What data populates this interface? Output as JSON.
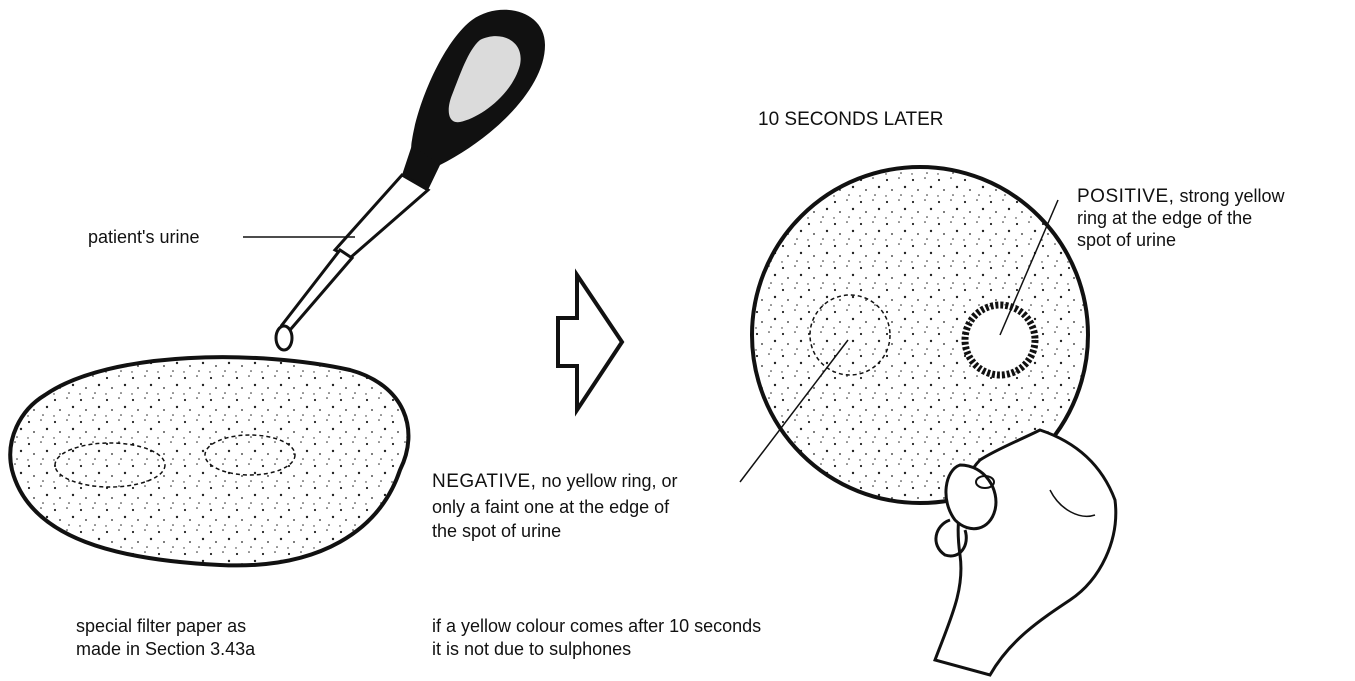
{
  "labels": {
    "urine": "patient's urine",
    "filter_line1": "special filter paper as",
    "filter_line2": "made in Section 3.43a",
    "later": "10 SECONDS LATER",
    "positive_key": "POSITIVE,",
    "positive_line1_rest": "strong yellow",
    "positive_line2": "ring at the edge of the",
    "positive_line3": "spot of urine",
    "negative_key": "NEGATIVE,",
    "negative_line1_rest": "no yellow ring, or",
    "negative_line2": "only a faint one at the edge of",
    "negative_line3": "the spot of urine",
    "note_line1": "if a yellow colour comes after 10 seconds",
    "note_line2": "it is not due to sulphones"
  },
  "colors": {
    "ink": "#111111",
    "paper": "#ffffff"
  },
  "icons": [
    "dropper-icon",
    "arrow-right-icon",
    "hand-icon"
  ]
}
